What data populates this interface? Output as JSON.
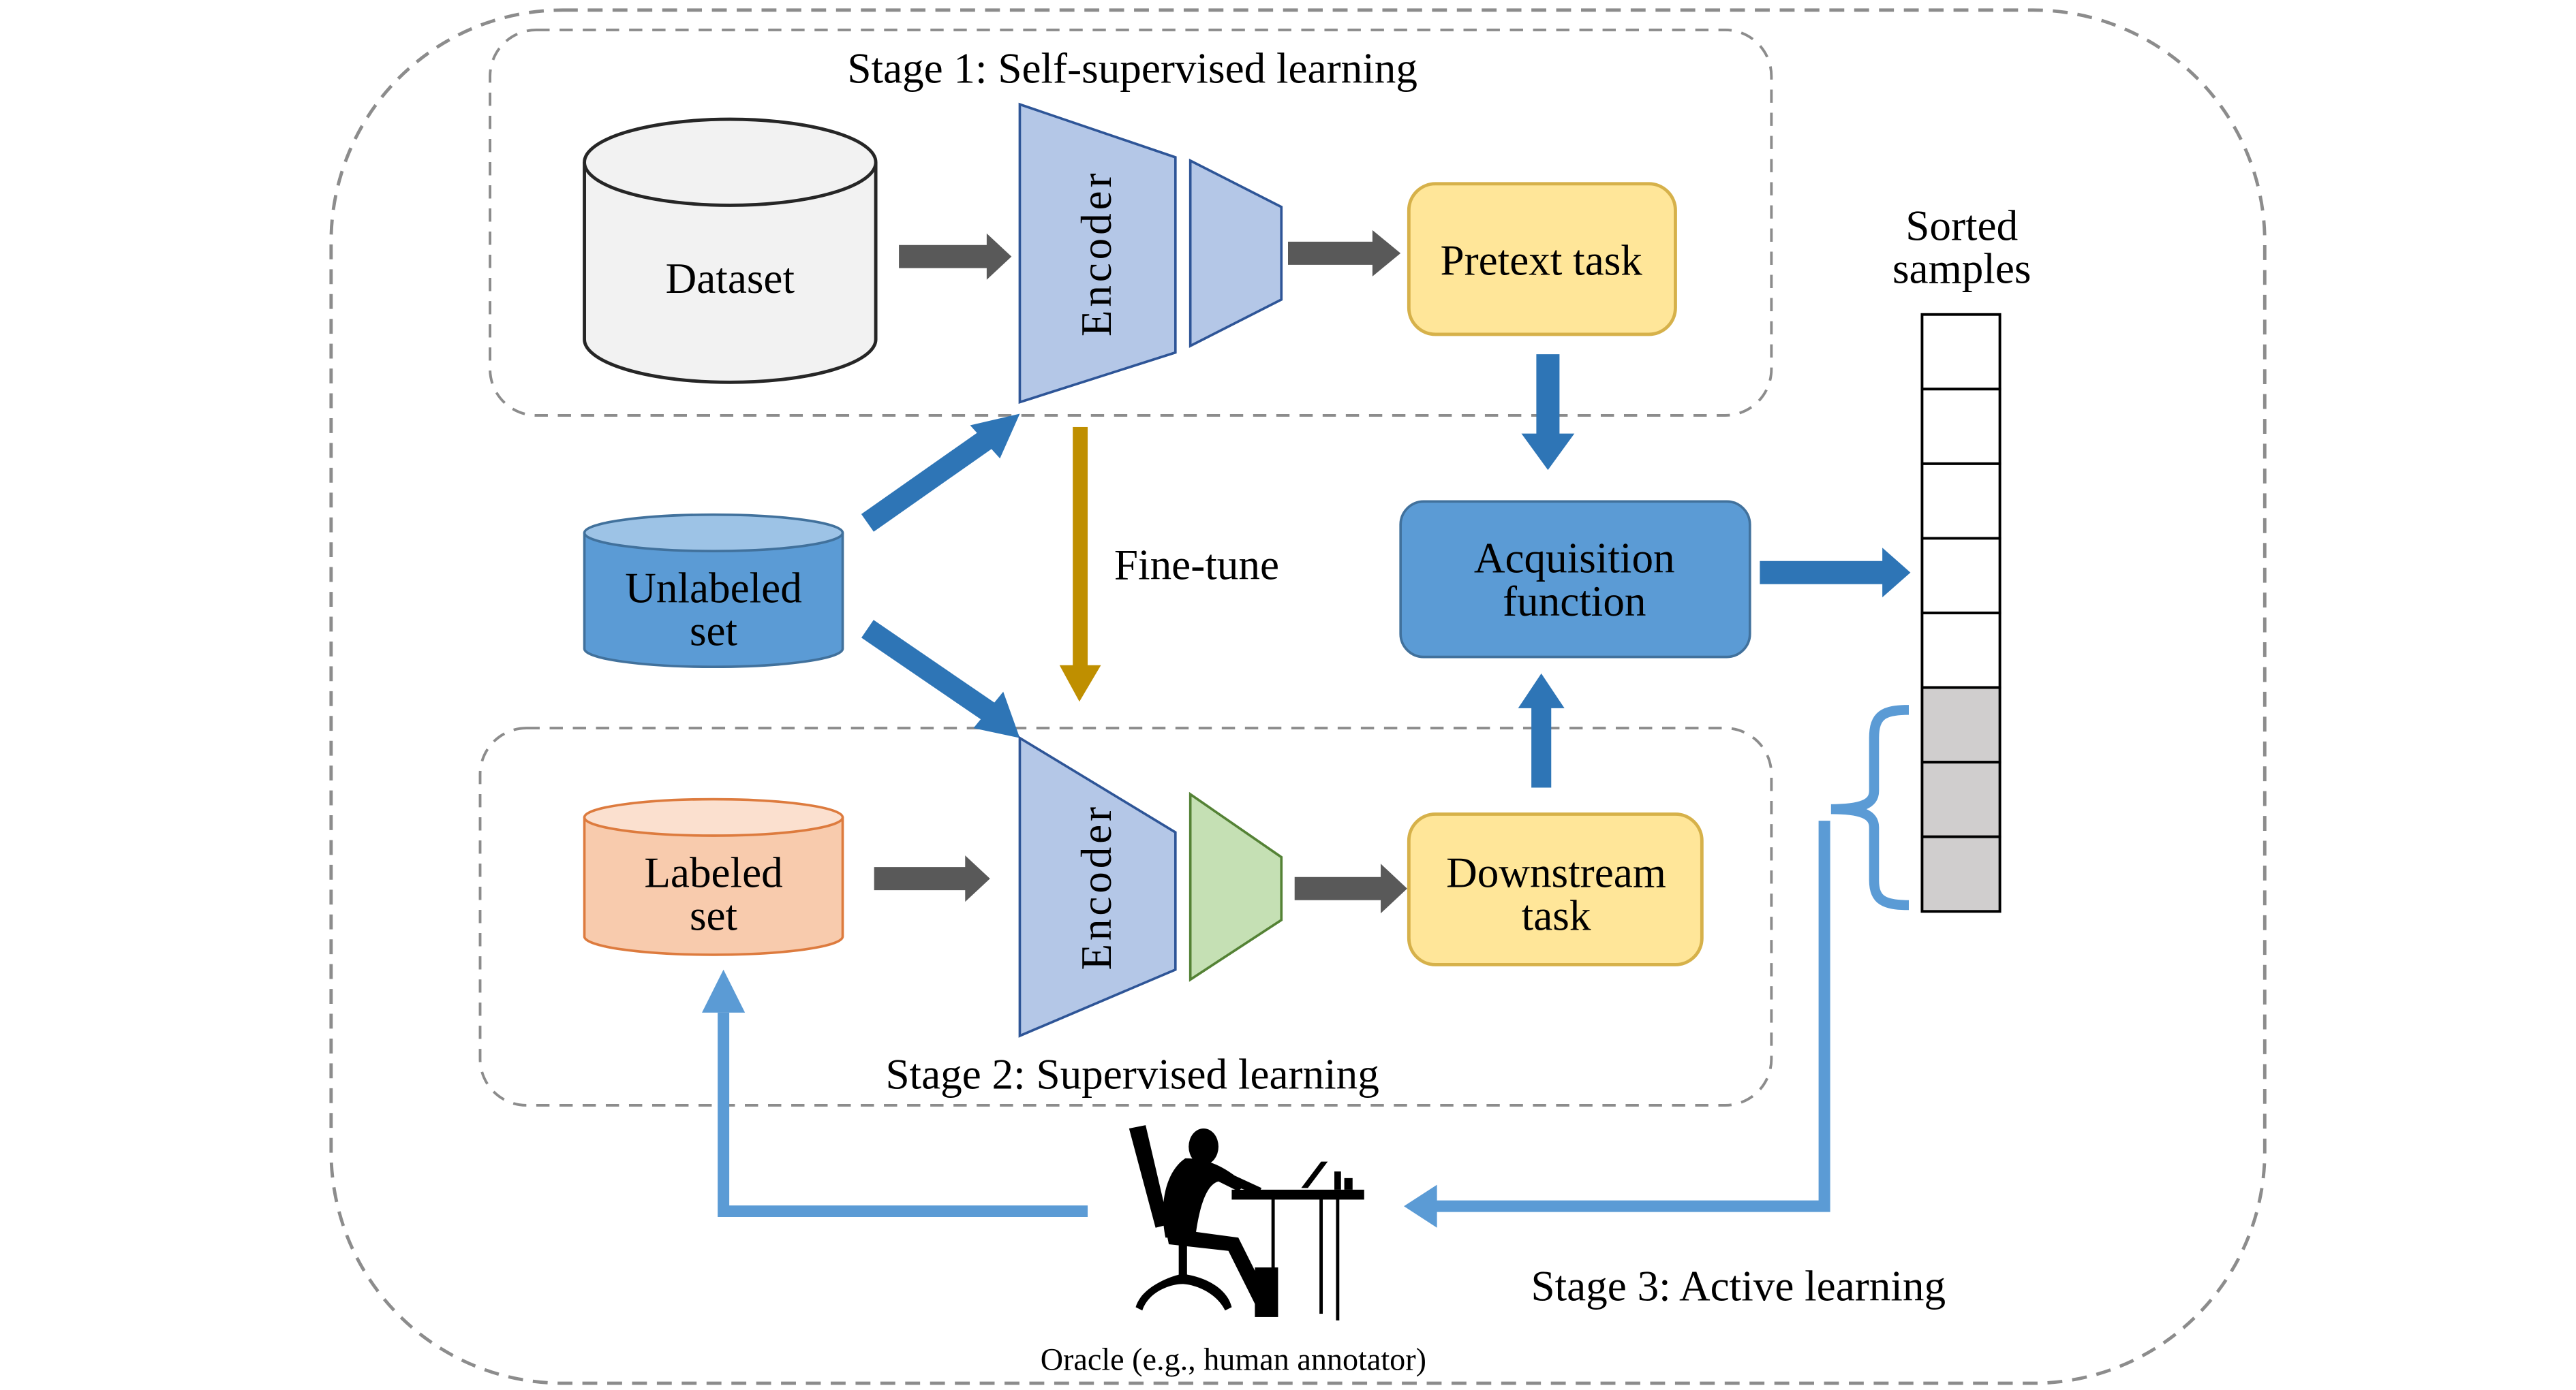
{
  "diagram": {
    "title_stage1": "Stage 1: Self-supervised learning",
    "title_stage2": "Stage 2: Supervised learning",
    "title_stage3": "Stage 3: Active learning",
    "nodes": {
      "dataset": "Dataset",
      "unlabeled_line1": "Unlabeled",
      "unlabeled_line2": "set",
      "labeled_line1": "Labeled",
      "labeled_line2": "set",
      "encoder_top": "Encoder",
      "encoder_bottom": "Encoder",
      "pretext": "Pretext task",
      "downstream_line1": "Downstream",
      "downstream_line2": "task",
      "acquisition_line1": "Acquisition",
      "acquisition_line2": "function",
      "sorted_line1": "Sorted",
      "sorted_line2": "samples",
      "oracle": "Oracle (e.g., human annotator)"
    },
    "edge_labels": {
      "finetune": "Fine-tune"
    },
    "sorted_samples": {
      "total_cells": 8,
      "selected_cells": 3
    },
    "colors": {
      "dataset_fill": "#f2f2f2",
      "encoder_fill": "#b4c7e7",
      "encoder_stroke": "#2e5597",
      "head_pretext_fill": "#b4c7e7",
      "head_downstream_fill": "#c5e0b4",
      "head_downstream_stroke": "#548235",
      "task_fill": "#ffe699",
      "task_stroke": "#d6b14a",
      "acquisition_fill": "#5b9bd5",
      "acquisition_stroke": "#41719c",
      "unlabeled_fill": "#5b9bd5",
      "unlabeled_top": "#9dc3e6",
      "labeled_fill": "#f8cbad",
      "labeled_top": "#fbe0cf",
      "labeled_stroke": "#dd7b3e",
      "arrow_gray": "#595959",
      "arrow_blue": "#2e75b6",
      "arrow_light_blue": "#5b9bd5",
      "arrow_gold": "#bf8f00",
      "selected_cell": "#d0cece"
    }
  }
}
